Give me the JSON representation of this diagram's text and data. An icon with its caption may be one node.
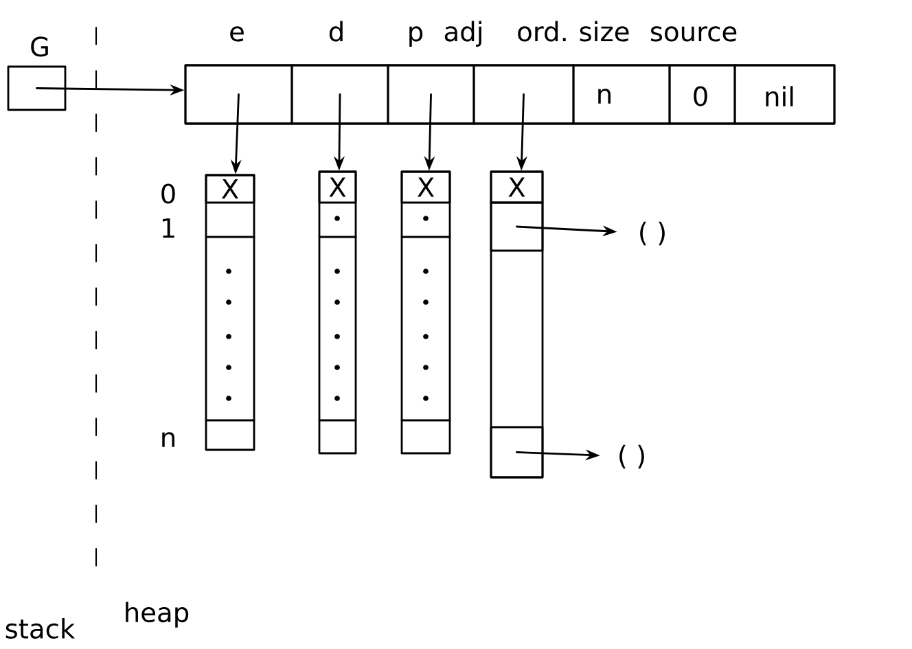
{
  "diagram": {
    "nodes": [
      {
        "text": [
          "G"
        ]
      },
      {
        "text": [],
        "shape": "box"
      },
      {
        "text": [
          "e"
        ],
        "in": 1
      },
      {
        "text": [
          "d"
        ],
        "in": 1
      },
      {
        "text": [
          "p"
        ],
        "in": 1
      },
      {
        "text": [
          "adj"
        ],
        "in": 1
      },
      {
        "text": [
          "ord.",
          "n"
        ],
        "in": 1
      },
      {
        "text": [
          "size",
          "0"
        ],
        "in": 1
      },
      {
        "text": [
          "source",
          "nil"
        ],
        "in": 1
      },
      {
        "text": [],
        "shape": "box"
      },
      {
        "text": [
          "X"
        ],
        "in": 9
      },
      {
        "text": [],
        "shape": "box"
      },
      {
        "text": [
          "X"
        ],
        "in": 11
      },
      {
        "text": [],
        "shape": "box"
      },
      {
        "text": [
          "X"
        ],
        "in": 13
      },
      {
        "text": [],
        "shape": "box"
      },
      {
        "text": [
          "X"
        ],
        "in": 15
      },
      {
        "text": [],
        "shape": "box",
        "in": 15
      },
      {
        "text": [],
        "shape": "box",
        "in": 15
      },
      {
        "text": [
          "( )"
        ]
      },
      {
        "text": [
          "( )"
        ]
      }
    ],
    "edges": [
      {
        "from": 0,
        "to": 1,
        "arrow": "to"
      },
      {
        "from": 2,
        "to": 9,
        "arrow": "to"
      },
      {
        "from": 3,
        "to": 11,
        "arrow": "to"
      },
      {
        "from": 4,
        "to": 13,
        "arrow": "to"
      },
      {
        "from": 5,
        "to": 15,
        "arrow": "to"
      },
      {
        "from": 17,
        "to": 19,
        "arrow": "to"
      },
      {
        "from": 18,
        "to": 20,
        "arrow": "to"
      }
    ],
    "labels": [
      "0",
      "1",
      "n",
      "stack",
      "heap"
    ]
  }
}
